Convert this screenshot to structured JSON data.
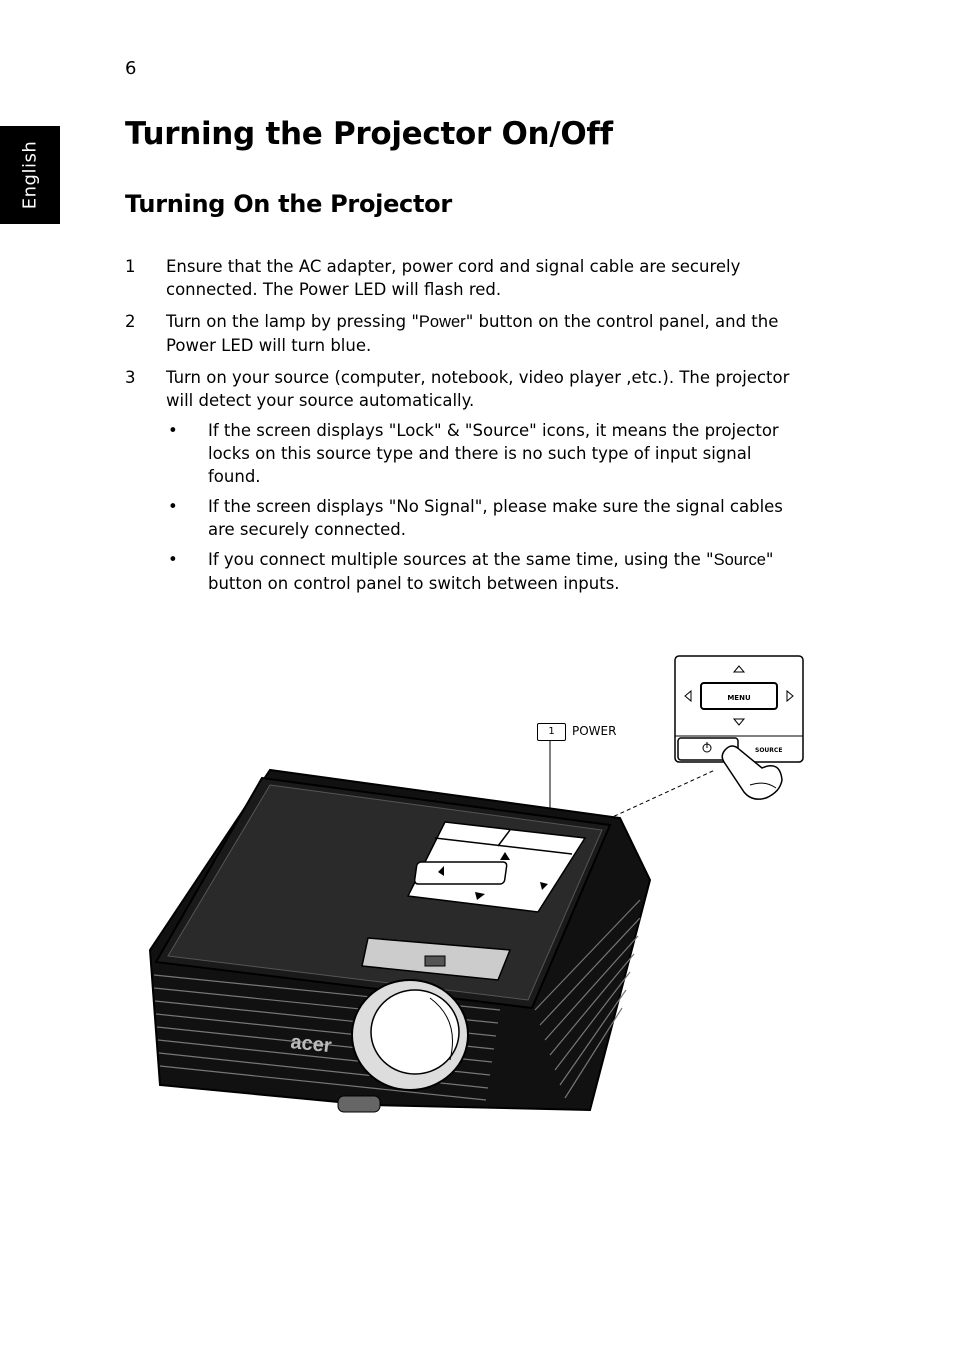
{
  "page": {
    "number": "6",
    "language_tab": "English"
  },
  "title": "Turning the Projector On/Off",
  "subtitle": "Turning On the Projector",
  "steps": [
    {
      "num": "1",
      "text": "Ensure that the AC adapter, power cord and signal cable are securely connected.  The Power LED will flash red."
    },
    {
      "num": "2",
      "pre": "Turn on the lamp by pressing \"",
      "button": "Power",
      "post": "\" button on the control panel, and the Power LED will turn blue."
    },
    {
      "num": "3",
      "text": "Turn on your source (computer, notebook, video player ,etc.).  The projector will detect your source automatically."
    }
  ],
  "bullets": [
    {
      "mark": "•",
      "text": "If the screen displays \"Lock\" & \"Source\" icons, it means the projector locks on this source type and there is no such type of input signal found."
    },
    {
      "mark": "•",
      "text": "If the screen displays \"No Signal\", please make sure the signal cables are securely connected."
    },
    {
      "mark": "•",
      "pre": "If you connect multiple sources at the same time, using the \"",
      "button": "Source",
      "post": "\" button on control panel to switch between inputs."
    }
  ],
  "illustration": {
    "callout_number": "1",
    "callout_label": "POWER",
    "panel_menu_label": "MENU",
    "panel_source_label": "SOURCE",
    "projector_brand": "acer"
  }
}
